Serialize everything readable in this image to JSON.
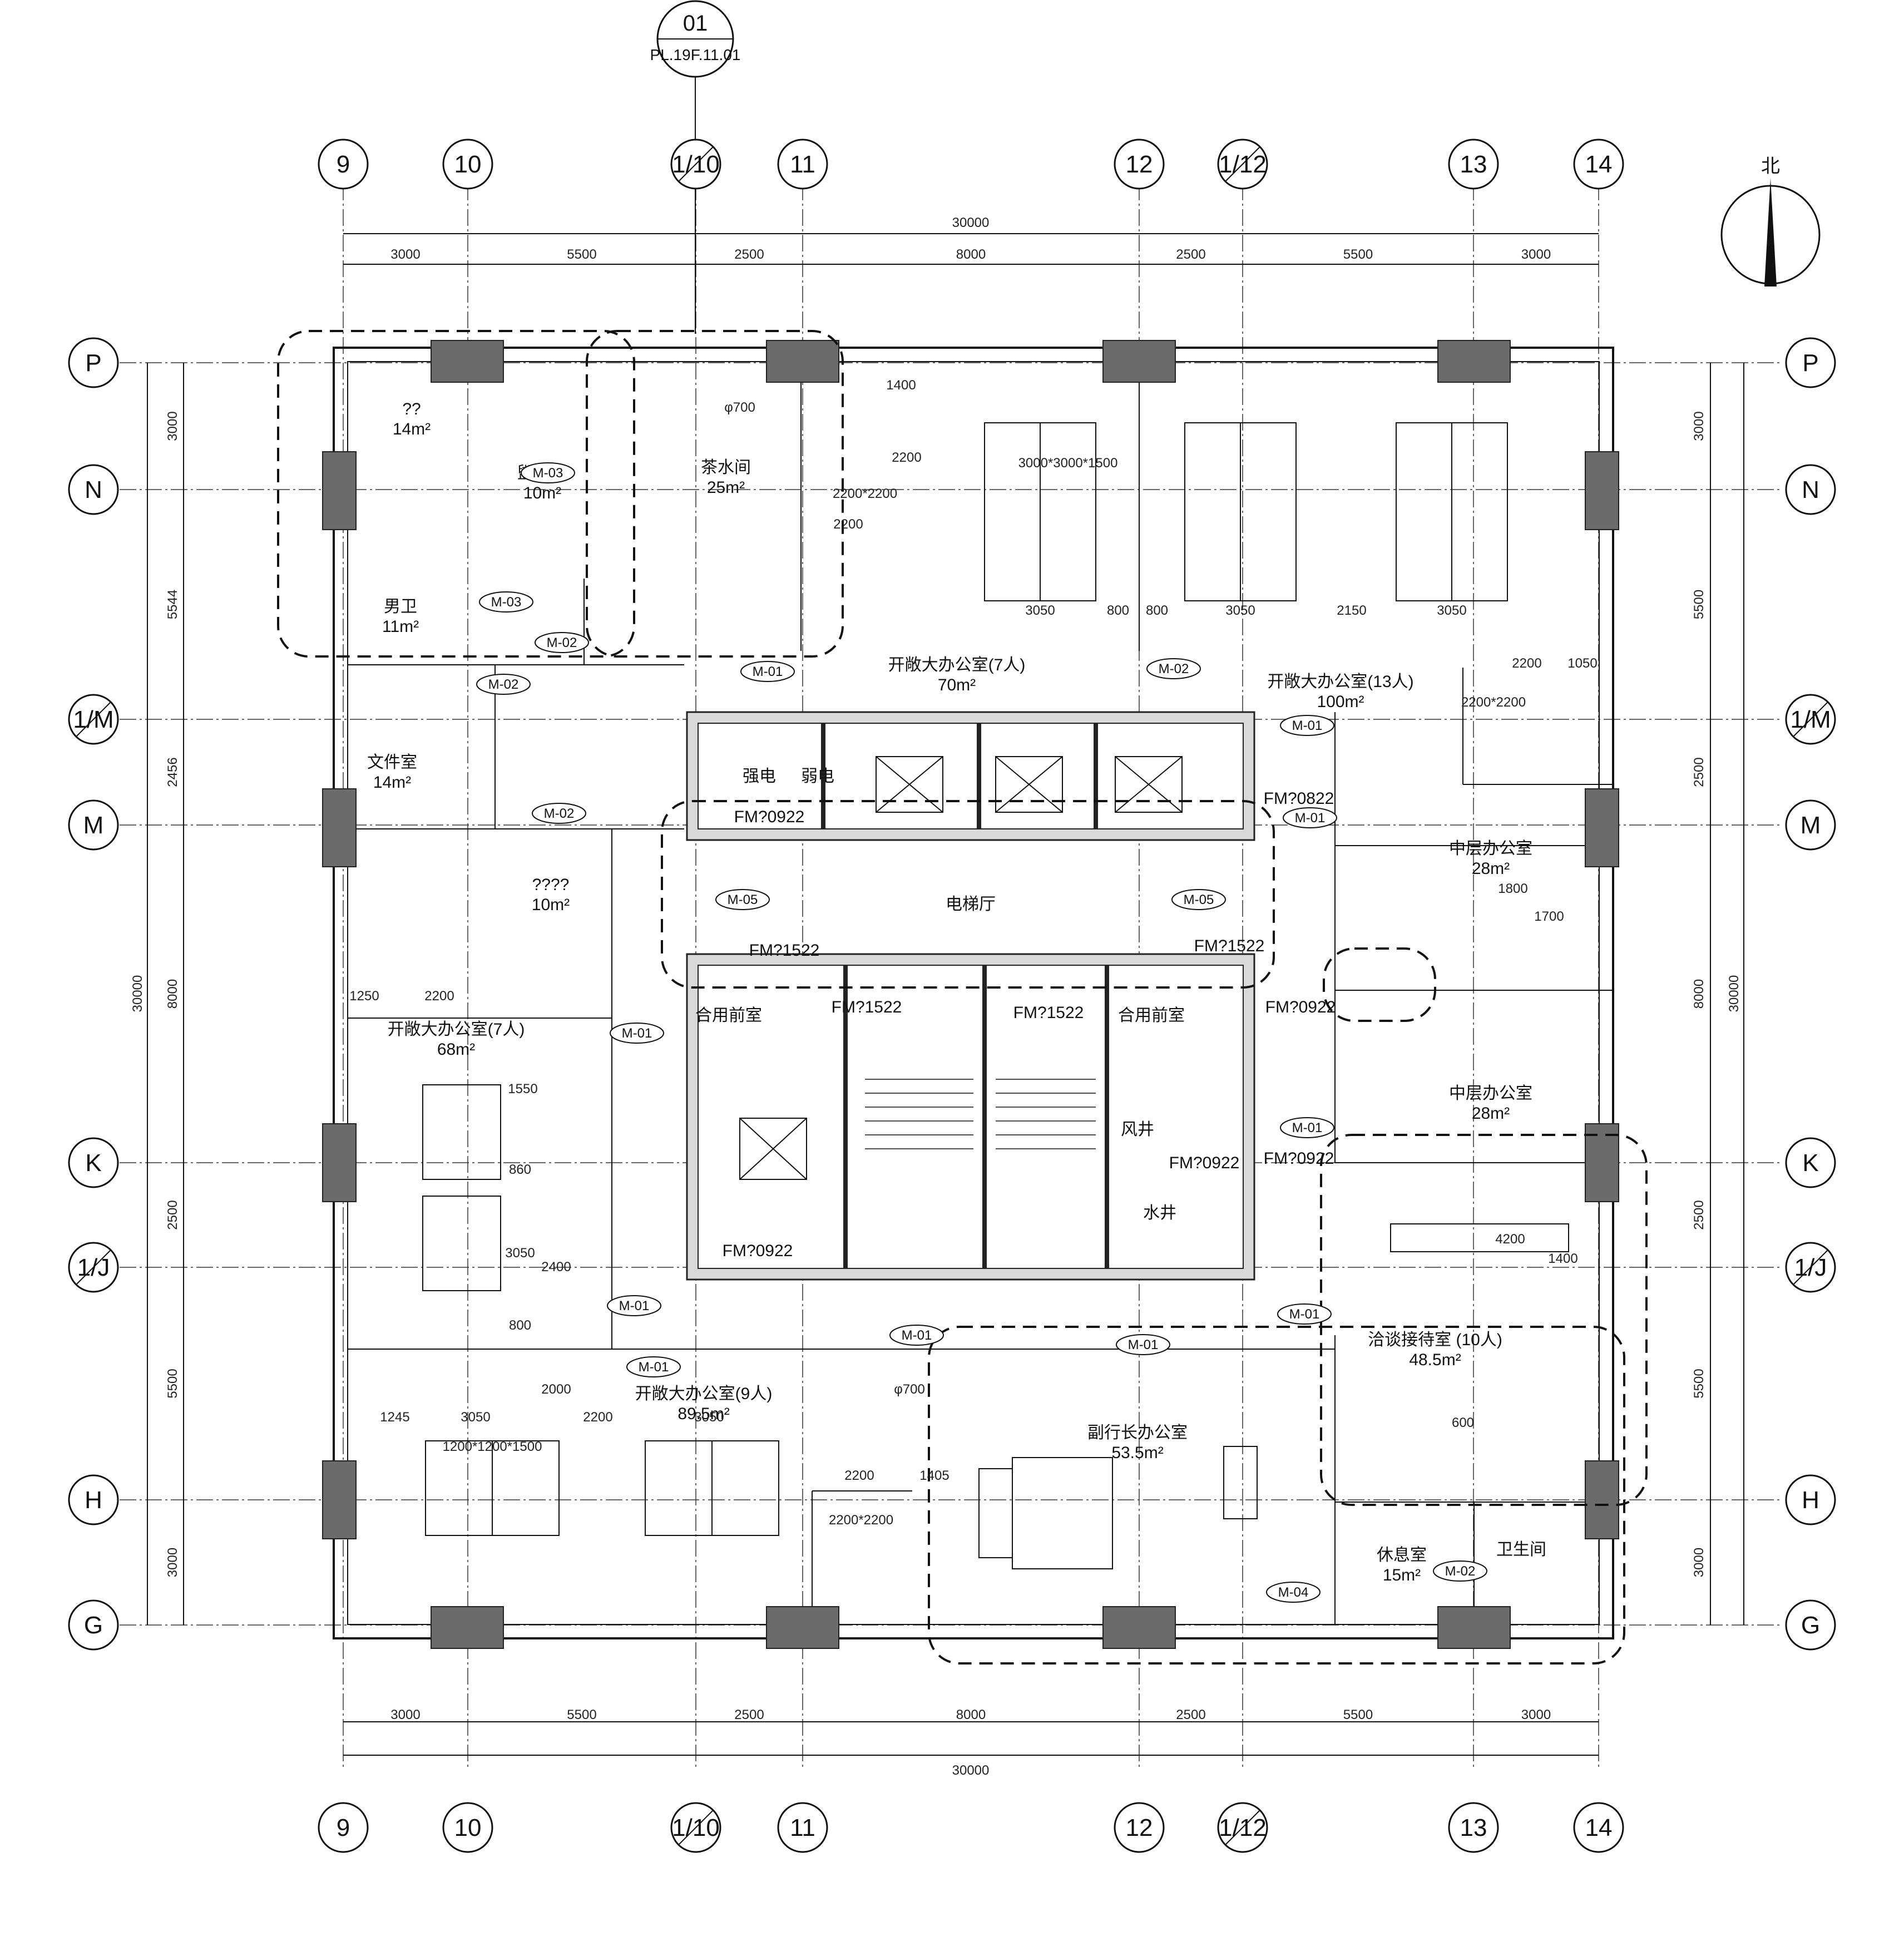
{
  "section_bubble": {
    "number": "01",
    "ref": "PL.19F.11.01"
  },
  "north_label": "北",
  "grid_columns": [
    "9",
    "10",
    "1/10",
    "11",
    "12",
    "1/12",
    "13",
    "14"
  ],
  "grid_rows": [
    "P",
    "N",
    "1/M",
    "M",
    "K",
    "1/J",
    "H",
    "G"
  ],
  "dimensions": {
    "total_width": "30000",
    "top_spans": [
      "3000",
      "5500",
      "2500",
      "8000",
      "2500",
      "5500",
      "3000"
    ],
    "left_spans": [
      "3000",
      "5544",
      "2456",
      "8000",
      "2500",
      "5500",
      "3000"
    ],
    "left_total": "30000",
    "right_spans": [
      "3000",
      "5500",
      "2500",
      "8000",
      "2500",
      "5500",
      "3000"
    ],
    "right_total": "30000"
  },
  "rooms": [
    {
      "name": "??",
      "area": "14m²"
    },
    {
      "name": "盥洗间",
      "area": "10m²"
    },
    {
      "name": "男卫",
      "area": "11m²"
    },
    {
      "name": "茶水间",
      "area": "25m²"
    },
    {
      "name": "文件室",
      "area": "14m²"
    },
    {
      "name": "????",
      "area": "10m²"
    },
    {
      "name": "开敞大办公室(7人)",
      "area": "70m²"
    },
    {
      "name": "开敞大办公室(13人)",
      "area": "100m²"
    },
    {
      "name": "开敞大办公室(7人)",
      "area": "68m²"
    },
    {
      "name": "中层办公室",
      "area": "28m²"
    },
    {
      "name": "中层办公室",
      "area": "28m²"
    },
    {
      "name": "电梯厅",
      "area": ""
    },
    {
      "name": "强电",
      "area": ""
    },
    {
      "name": "弱电",
      "area": ""
    },
    {
      "name": "合用前室",
      "area": ""
    },
    {
      "name": "合用前室",
      "area": ""
    },
    {
      "name": "风井",
      "area": ""
    },
    {
      "name": "水井",
      "area": ""
    },
    {
      "name": "开敞大办公室(9人)",
      "area": "89.5m²"
    },
    {
      "name": "副行长办公室",
      "area": "53.5m²"
    },
    {
      "name": "洽谈接待室 (10人)",
      "area": "48.5m²"
    },
    {
      "name": "休息室",
      "area": "15m²"
    },
    {
      "name": "卫生间",
      "area": ""
    }
  ],
  "door_tags": [
    "M-03",
    "M-03",
    "M-02",
    "M-02",
    "M-02",
    "M-01",
    "M-02",
    "M-01",
    "M-01",
    "M-05",
    "M-05",
    "M-01",
    "M-01",
    "M-01",
    "M-01",
    "M-01",
    "M-01",
    "M-04",
    "M-02",
    "M-01"
  ],
  "fire_doors": [
    "FM?0922",
    "FM?1522",
    "FM?1522",
    "FM?1522",
    "FM?1522",
    "FM?0922",
    "FM?0922",
    "FM?0922",
    "FM?0922",
    "FM?0822"
  ],
  "local_dims": [
    "1400",
    "2200",
    "2200",
    "φ700",
    "3050",
    "800",
    "800",
    "3050",
    "2150",
    "3050",
    "2200",
    "1050",
    "1800",
    "1700",
    "1250",
    "2200",
    "1550",
    "860",
    "3050",
    "2400",
    "800",
    "1245",
    "3050",
    "2000",
    "2200",
    "3050",
    "φ700",
    "2200",
    "1405",
    "4200",
    "1400",
    "600"
  ],
  "desk_labels": [
    "2200*2200",
    "3000*3000*1500",
    "2200*2200",
    "1200*1200*1500",
    "2200*2200"
  ]
}
